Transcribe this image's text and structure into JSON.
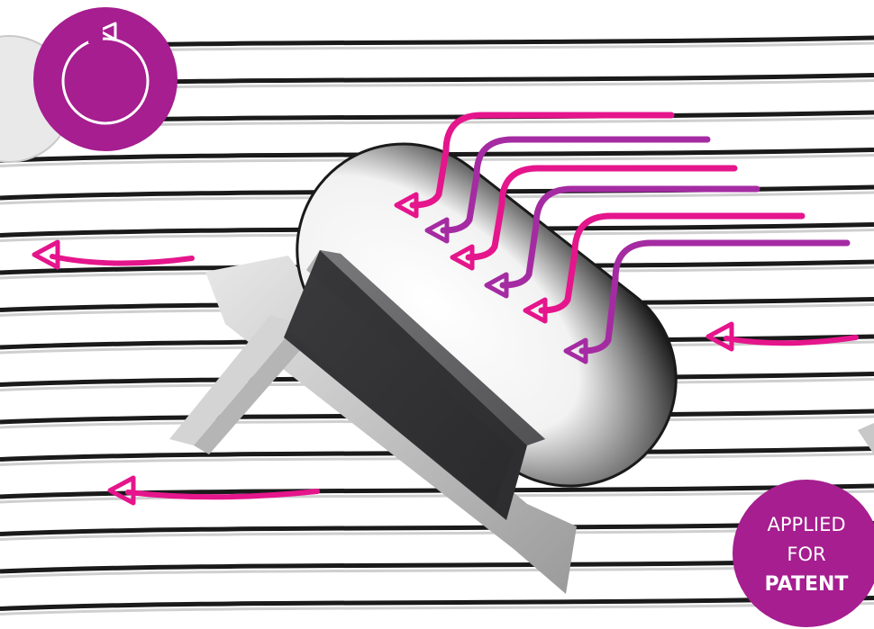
{
  "diagram": {
    "rotation_badge": {
      "icon": "rotate-icon",
      "color": "#a61e8f"
    },
    "patent_badge": {
      "lines": [
        "APPLIED",
        "FOR",
        "PATENT"
      ],
      "color": "#a61e8f",
      "text_color": "#ffffff"
    },
    "colors": {
      "flow_arrow": "#e5158c",
      "flow_arrow_alt": "#a52ba2",
      "stripe": "#1a1a1a",
      "block": "#3e3e40"
    },
    "icons": [
      "rotate-icon",
      "arrow-left-icon",
      "curved-flow-arrow-icon"
    ]
  }
}
